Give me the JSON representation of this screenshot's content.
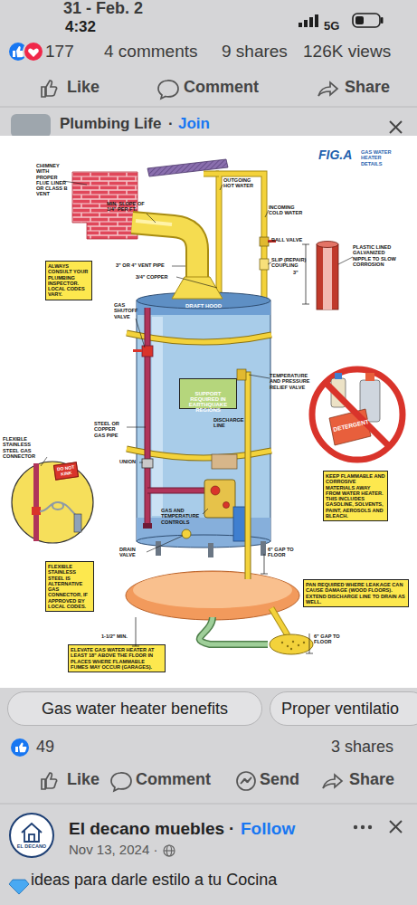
{
  "diagram": {
    "nodes": [
      {
        "text": [
          "ALWAYS CONSULT YOUR PLUMBING INSPECTOR. LOCAL CODES VARY."
        ]
      },
      {
        "text": [
          "DRAFT HOOD"
        ]
      },
      {
        "text": [
          "SUPPORT REQUIRED IN EARTHQUAKE REGIONS"
        ],
        "in": 1
      },
      {
        "text": [
          "DO NOT KINK"
        ]
      },
      {
        "text": [
          "KEEP FLAMMABLE AND CORROSIVE MATERIALS AWAY FROM WATER HEATER. THIS INCLUDES GASOLINE, SOLVENTS, PAINT, AEROSOLS AND BLEACH."
        ]
      },
      {
        "text": [
          "FLEXIBLE STAINLESS STEEL IS ALTERNATIVE GAS CONNECTOR, IF APPROVED BY LOCAL CODES."
        ]
      },
      {
        "text": [
          "PAN REQUIRED WHERE LEAKAGE CAN CAUSE DAMAGE (WOOD FLOORS). EXTEND DISCHARGE LINE TO DRAIN AS WELL."
        ]
      },
      {
        "text": [
          "ELEVATE GAS WATER HEATER AT LEAST 18\" ABOVE THE FLOOR IN PLACES WHERE FLAMMABLE FUMES MAY OCCUR (GARAGES)."
        ]
      },
      {
        "text": [
          "Gas water heater benefits"
        ]
      },
      {
        "text": [
          "Proper ventilatio"
        ]
      },
      {
        "text": [
          "EL DECANO"
        ]
      }
    ],
    "labels": [
      "31 - Feb. 2",
      "4:32",
      "5G",
      "177",
      "4 comments",
      "9 shares",
      "126K views",
      "Like",
      "Comment",
      "Share",
      "Plumbing Life",
      "·",
      "Join",
      "FIG.A",
      "GAS WATER HEATER DETAILS",
      "CHIMNEY WITH PROPER FLUE LINER OR CLASS B VENT",
      "OUTGOING HOT WATER",
      "MIN. SLOPE OF 1/4\" PER FT.",
      "INCOMING COLD WATER",
      "BALL VALVE",
      "PLASTIC LINED GALVANIZED NIPPLE TO SLOW CORROSION",
      "SLIP (REPAIR) COUPLING",
      "3\" OR 4\" VENT PIPE",
      "3\"",
      "3/4\" COPPER",
      "GAS SHUTOFF VALVE",
      "TEMPERATURE AND PRESSURE RELIEF VALVE",
      "DISCHARGE LINE",
      "STEEL OR COPPER GAS PIPE",
      "FLEXIBLE STAINLESS STEEL GAS CONNECTOR",
      "DETERGENT",
      "UNION",
      "GAS AND TEMPERATURE CONTROLS",
      "DRAIN VALVE",
      "6\" GAP TO FLOOR",
      "1-1/2\" MIN.",
      "6\" GAP TO FLOOR",
      "49",
      "3 shares",
      "Like",
      "Comment",
      "Send",
      "Share",
      "El decano muebles",
      "·",
      "Follow",
      "Nov 13, 2024 ·",
      "ideas para darle estilo a tu Cocina"
    ]
  }
}
